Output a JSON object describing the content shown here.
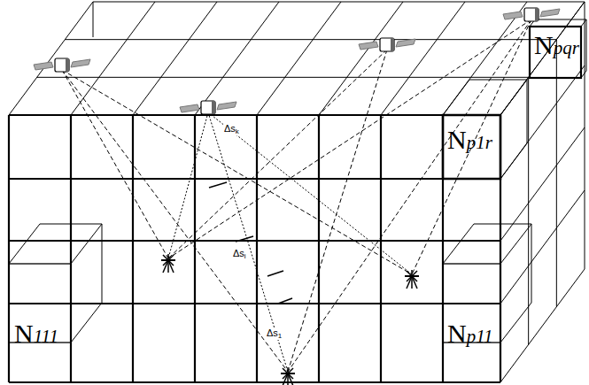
{
  "diagram": {
    "labels": [
      "Npqr",
      "Np1r",
      "N111",
      "Np11",
      "Δsk",
      "Δsi",
      "Δs1"
    ]
  }
}
